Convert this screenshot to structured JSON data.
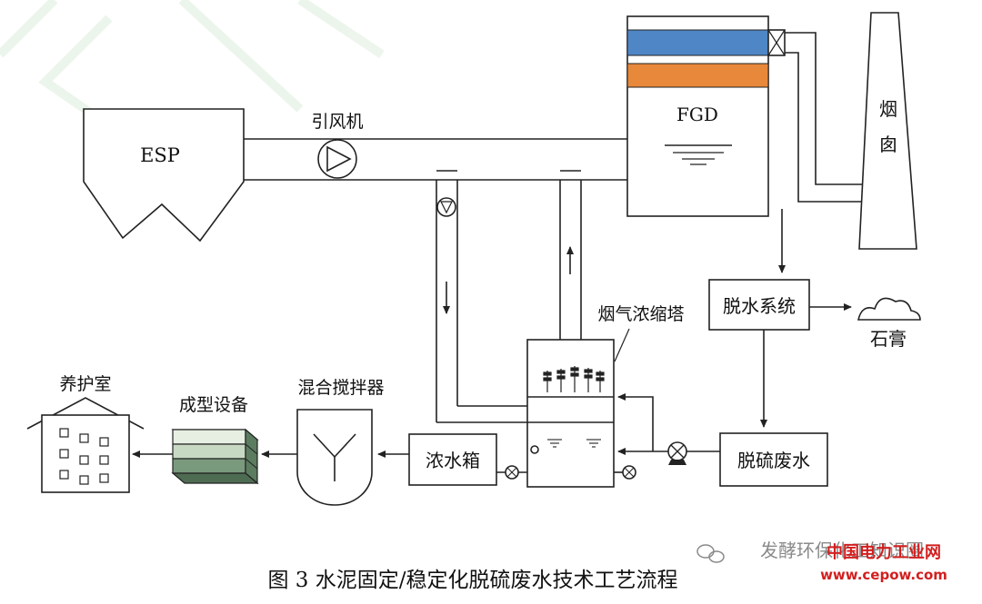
{
  "labels": {
    "esp": "ESP",
    "fan": "引风机",
    "fgd": "FGD",
    "stack": "烟囱",
    "dewater": "脱水系统",
    "gypsum": "石膏",
    "tower": "烟气浓缩塔",
    "wastewater": "脱硫废水",
    "brine_tank": "浓水箱",
    "mixer": "混合搅拌器",
    "molding": "成型设备",
    "curing": "养护室"
  },
  "caption": "图 3  水泥固定/稳定化脱硫废水技术工艺流程",
  "watermark": {
    "wechat": "发酵环保化工知识圈",
    "site_cn": "中国电力工业网",
    "site_url": "www.cepow.com"
  },
  "colors": {
    "fgd_blue_band": "#4f86c6",
    "fgd_orange_band": "#e8883a",
    "molding_green": "#7a9a7e",
    "watermark_red": "#d21f1f",
    "watermark_grey": "#8a8a8a"
  }
}
